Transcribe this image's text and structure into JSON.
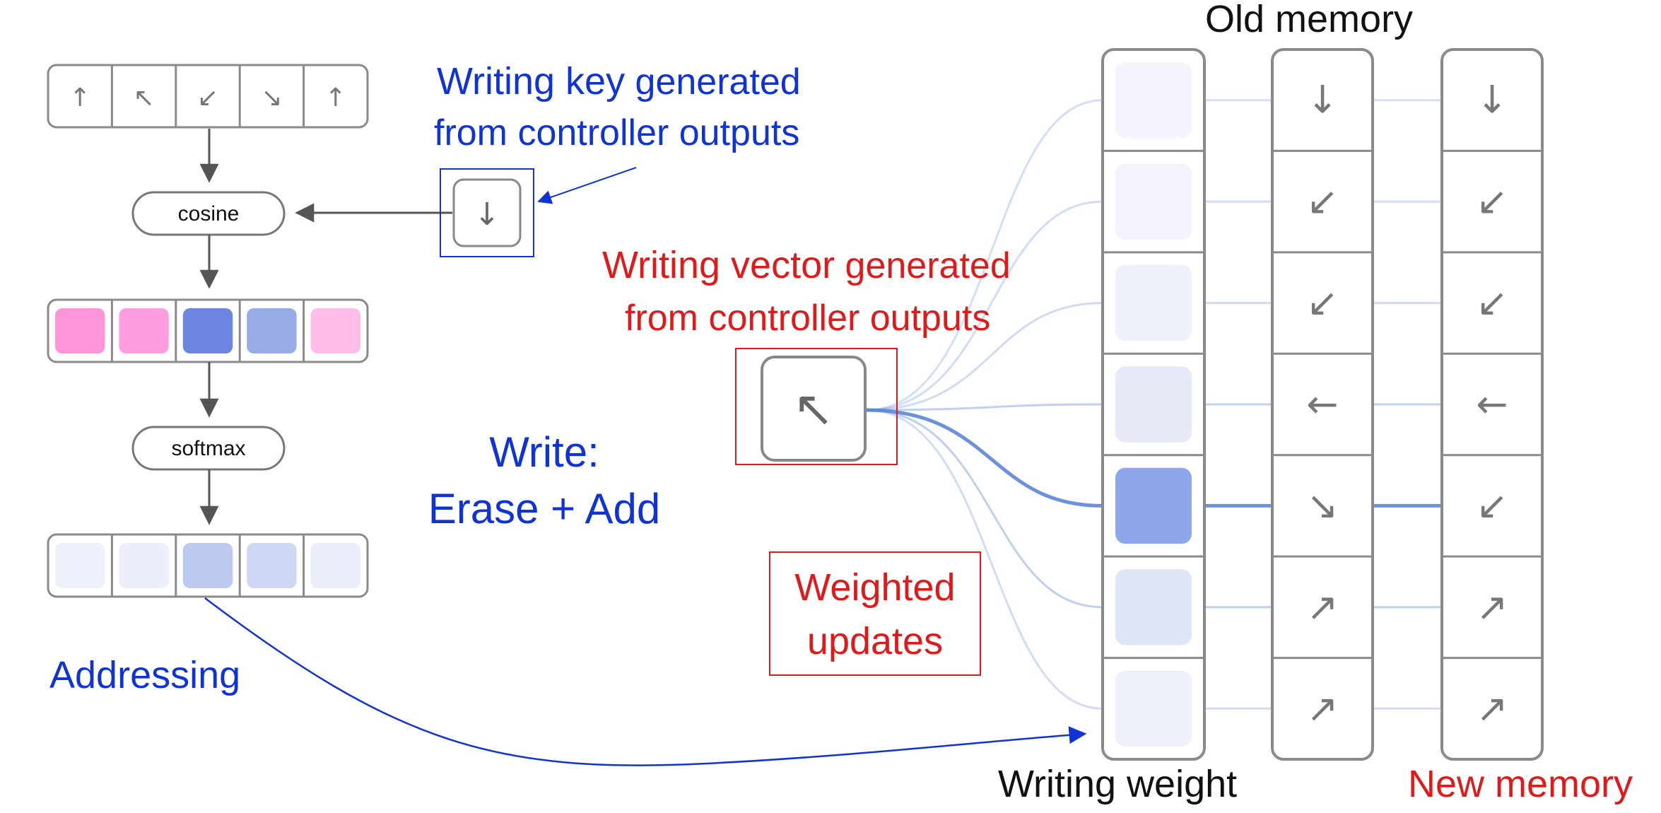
{
  "colors": {
    "blue_text": "#1033d6",
    "red_text": "#e01a1a",
    "line_blue": "#5b86d6",
    "box_gray": "#8a8a8a"
  },
  "labels": {
    "old_memory": "Old memory",
    "writing_key_highlight": "Writing key",
    "writing_key_rest": " generated",
    "writing_key_line2": "from controller outputs",
    "writing_vector_highlight": "Writing vector",
    "writing_vector_rest": " generated",
    "writing_vector_line2": "from controller outputs",
    "write_line1": "Write:",
    "write_line2": "Erase + Add",
    "weighted_line1": "Weighted",
    "weighted_line2": "updates",
    "addressing": "Addressing",
    "writing_weight": "Writing weight",
    "new_memory": "New memory",
    "cosine": "cosine",
    "softmax": "softmax"
  },
  "key_arrows": [
    "↑",
    "↖",
    "↙",
    "↘",
    "↑"
  ],
  "key_vector_arrow": "↓",
  "writing_vector_arrow": "↖",
  "similarity_colors": [
    "#ff94d8",
    "#ff9ede",
    "#6b85e0",
    "#98abe9",
    "#ffbde8"
  ],
  "softmax_colors": [
    "#eef0fb",
    "#eceffb",
    "#bccaf1",
    "#cdd8f5",
    "#eaedfa"
  ],
  "writing_weight_colors": [
    "#f4f5fc",
    "#f2f3fb",
    "#eef0fa",
    "#e6eaf8",
    "#8fa6ea",
    "#e0e6f7",
    "#eef0fa"
  ],
  "old_memory_arrows": [
    "↓",
    "↙",
    "↙",
    "←",
    "↘",
    "↗",
    "↗"
  ],
  "new_memory_arrows": [
    "↓",
    "↙",
    "↙",
    "←",
    "↙",
    "↗",
    "↗"
  ],
  "connection_strengths": [
    0.12,
    0.14,
    0.16,
    0.28,
    1.0,
    0.3,
    0.14
  ]
}
